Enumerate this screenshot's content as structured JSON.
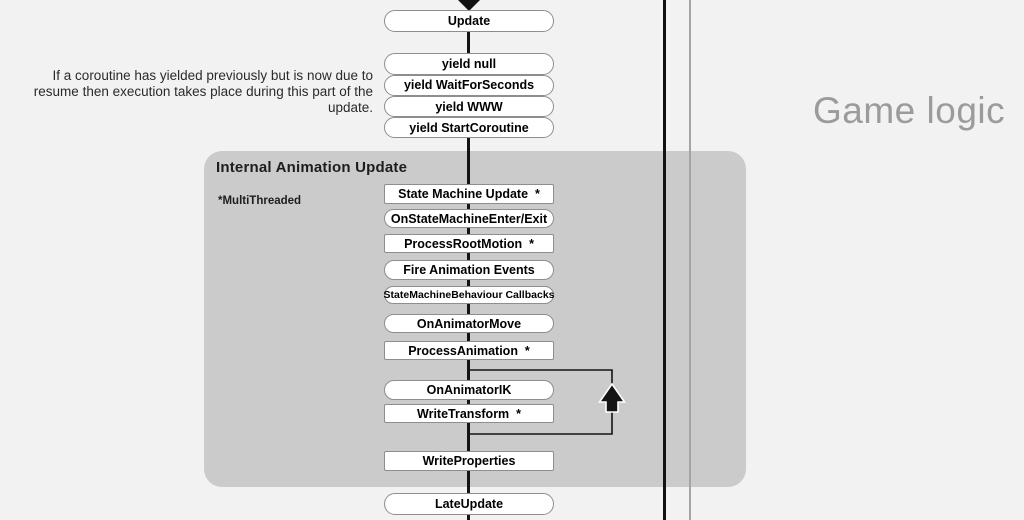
{
  "page": {
    "background": "#f2f2f2",
    "section_label": "Game logic",
    "section_label_color": "#9b9b9b"
  },
  "annotation": {
    "text": "If a coroutine has yielded previously but is now due to resume then execution takes place during this part of the update."
  },
  "panel": {
    "title": "Internal Animation Update",
    "note": "*MultiThreaded",
    "bg_color": "#cbcbcb"
  },
  "flow": {
    "nodes": [
      {
        "id": "update",
        "label": "Update",
        "shape": "pill"
      },
      {
        "id": "yield-null",
        "label": "yield null",
        "shape": "pill"
      },
      {
        "id": "yield-waitforseconds",
        "label": "yield WaitForSeconds",
        "shape": "pill"
      },
      {
        "id": "yield-www",
        "label": "yield WWW",
        "shape": "pill"
      },
      {
        "id": "yield-startcoroutine",
        "label": "yield StartCoroutine",
        "shape": "pill"
      },
      {
        "id": "state-machine-update",
        "label": "State Machine Update  *",
        "shape": "rect"
      },
      {
        "id": "onstatemachineenterexit",
        "label": "OnStateMachineEnter/Exit",
        "shape": "pill"
      },
      {
        "id": "processrootmotion",
        "label": "ProcessRootMotion  *",
        "shape": "rect"
      },
      {
        "id": "fire-animation-events",
        "label": "Fire Animation Events",
        "shape": "pill"
      },
      {
        "id": "smb-callbacks",
        "label": "StateMachineBehaviour Callbacks",
        "shape": "pill"
      },
      {
        "id": "onanimatormove",
        "label": "OnAnimatorMove",
        "shape": "pill"
      },
      {
        "id": "processanimation",
        "label": "ProcessAnimation  *",
        "shape": "rect"
      },
      {
        "id": "onanimatorik",
        "label": "OnAnimatorIK",
        "shape": "pill"
      },
      {
        "id": "writetransform",
        "label": "WriteTransform  *",
        "shape": "rect"
      },
      {
        "id": "writeproperties",
        "label": "WriteProperties",
        "shape": "rect"
      },
      {
        "id": "lateupdate",
        "label": "LateUpdate",
        "shape": "pill"
      }
    ],
    "loop": {
      "from": "WriteTransform",
      "to": "OnAnimatorIK",
      "direction": "up"
    },
    "colors": {
      "node_fill": "#ffffff",
      "node_border": "#8e8e8e",
      "connector": "#141414",
      "rule_black": "#121212",
      "rule_gray": "#a4a4a4"
    }
  }
}
